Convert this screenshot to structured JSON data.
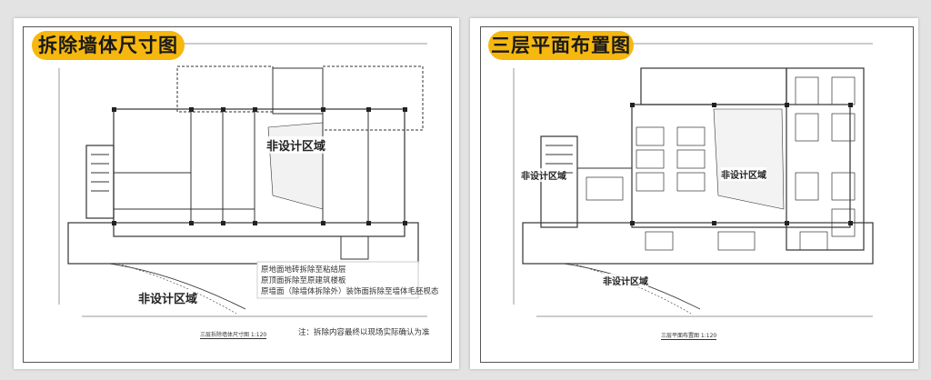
{
  "panels": [
    {
      "title": "拆除墙体尺寸图",
      "zones": [
        "非设计区域",
        "非设计区域"
      ],
      "notes": [
        "原地面地砖拆除至粘结层",
        "原顶面拆除至原建筑楼板",
        "原墙面（除墙体拆除外）装饰面拆除至墙体毛胚枧态"
      ],
      "footnote": "注：拆除内容最终以现场实际确认为准",
      "caption": "三层拆除墙体尺寸图  1:120"
    },
    {
      "title": "三层平面布置图",
      "zones": [
        "非设计区域",
        "非设计区域",
        "非设计区域"
      ],
      "caption": "三层平面布置图  1:120"
    }
  ],
  "colors": {
    "accent": "#f6b80f",
    "background": "#e3e3e3"
  }
}
